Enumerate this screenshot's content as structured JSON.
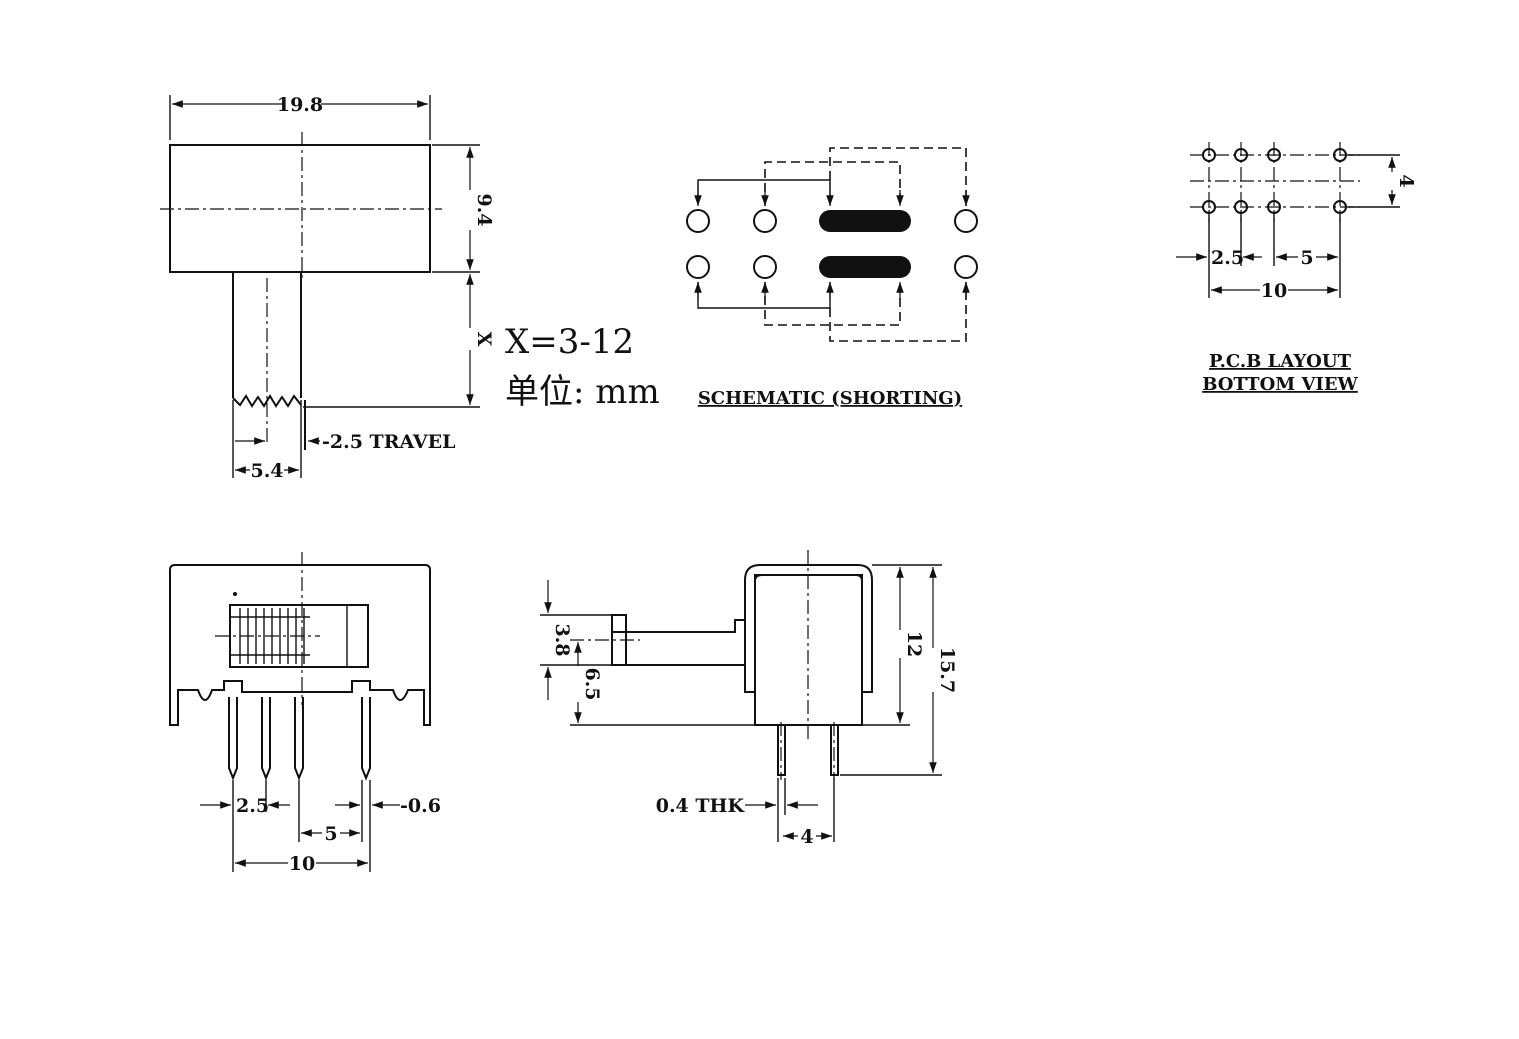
{
  "top_view": {
    "width_dim": "19.8",
    "height_dim": "9.4",
    "x_dim": "X",
    "shaft_dim": "5.4",
    "travel_dim": "-2.5 TRAVEL"
  },
  "notes": {
    "x_range": "X=3-12",
    "unit": "单位: mm"
  },
  "schematic": {
    "caption": "SCHEMATIC (SHORTING)"
  },
  "pcb_layout": {
    "pitch_dim": "2.5",
    "gap_dim": "5",
    "span_dim": "10",
    "row_dim": "4",
    "caption_line1": "P.C.B LAYOUT",
    "caption_line2": "BOTTOM VIEW"
  },
  "front_view": {
    "pitch_dim": "2.5",
    "pin_width_dim": "-0.6",
    "gap_dim": "5",
    "span_dim": "10"
  },
  "side_view": {
    "knob_dim": "3.8",
    "offset_dim": "6.5",
    "body_height_dim": "12",
    "total_height_dim": "15.7",
    "thickness_dim": "0.4 THK",
    "row_dim": "4"
  }
}
